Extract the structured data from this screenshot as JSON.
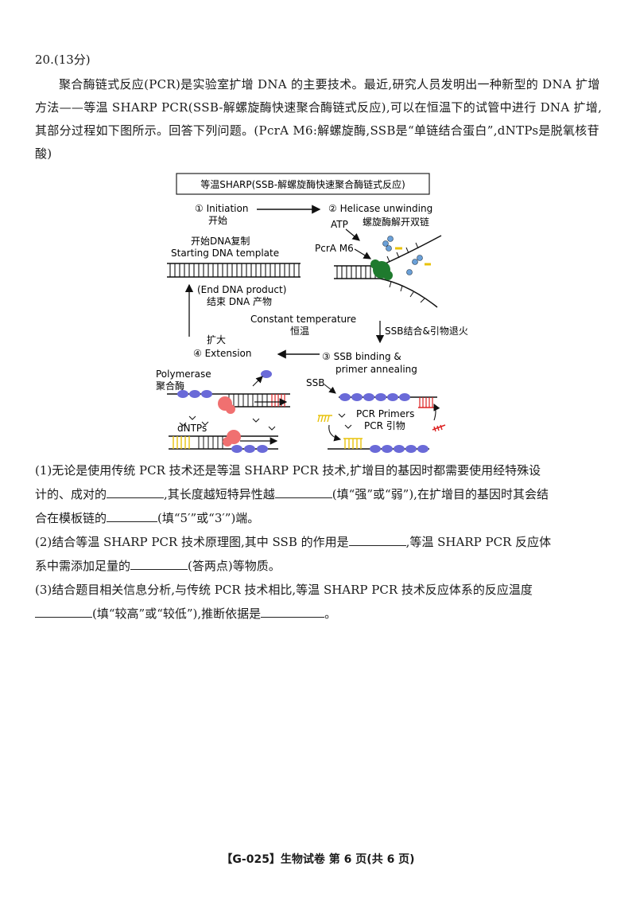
{
  "question": {
    "number": "20.(13分)",
    "intro": "聚合酶链式反应(PCR)是实验室扩增 DNA 的主要技术。最近,研究人员发明出一种新型的 DNA 扩增方法——等温 SHARP PCR(SSB-解螺旋酶快速聚合酶链式反应),可以在恒温下的试管中进行 DNA 扩增,其部分过程如下图所示。回答下列问题。(PcrA M6:解螺旋酶,SSB是“单链结合蛋白”,dNTPs是脱氧核苷酸)"
  },
  "figure": {
    "title": "等温SHARP(SSB-解螺旋酶快速聚合酶链式反应)",
    "step1_en": "① Initiation",
    "step1_cn": "开始",
    "step2_en": "② Helicase unwinding",
    "atp": "ATP",
    "step2_cn": "螺旋酶解开双链",
    "start_cn": "开始DNA复制",
    "start_en": "Starting DNA template",
    "pcra": "PcrA M6",
    "end_en": "(End DNA product)",
    "end_cn": "结束 DNA 产物",
    "const_en": "Constant temperature",
    "const_cn": "恒温",
    "ssb_anneal_cn": "SSB结合&引物退火",
    "step4_cn": "扩大",
    "step4_en": "④ Extension",
    "step3_en_a": "③ SSB binding &",
    "step3_en_b": "primer annealing",
    "polymerase_en": "Polymerase",
    "polymerase_cn": "聚合酶",
    "ssb": "SSB",
    "primers_en": "PCR Primers",
    "primers_cn": "PCR 引物",
    "dntps": "dNTPs"
  },
  "sub1": {
    "a": "(1)无论是使用传统 PCR 技术还是等温 SHARP PCR 技术,扩增目的基因时都需要使用经特殊设",
    "b1": "计的、成对的",
    "b2": ",其长度越短特异性越",
    "b3": "(填“强”或“弱”),在扩增目的基因时其会结",
    "c1": "合在模板链的",
    "c2": "(填“5′”或“3′”)端。"
  },
  "sub2": {
    "a1": "(2)结合等温 SHARP PCR 技术原理图,其中 SSB 的作用是",
    "a2": ",等温 SHARP PCR 反应体",
    "b1": "系中需添加足量的",
    "b2": "(答两点)等物质。"
  },
  "sub3": {
    "a": "(3)结合题目相关信息分析,与传统 PCR 技术相比,等温 SHARP PCR 技术反应体系的反应温度",
    "b1": "(填“较高”或“较低”),推断依据是",
    "b2": "。"
  },
  "footer": "【G-025】生物试卷 第 6 页(共 6 页)"
}
